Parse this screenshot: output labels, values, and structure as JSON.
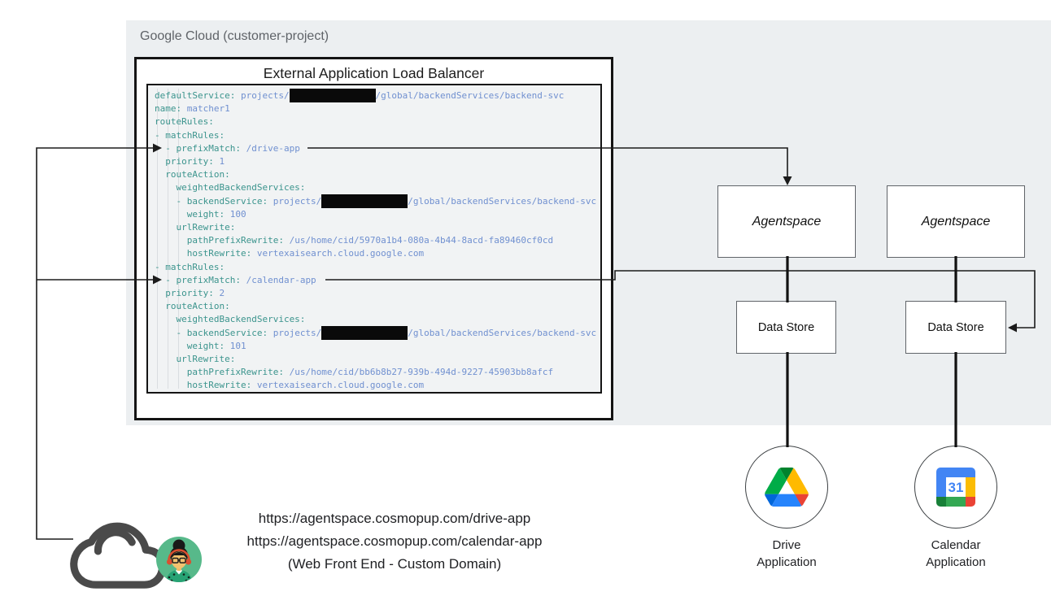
{
  "header": {
    "project_label": "Google Cloud (customer-project)"
  },
  "load_balancer": {
    "title": "External Application Load Balancer",
    "config_lines": [
      [
        {
          "c": "k",
          "t": "defaultService:"
        },
        {
          "c": "v",
          "t": " projects/"
        },
        {
          "c": "r",
          "t": "                "
        },
        {
          "c": "v",
          "t": "/global/backendServices/backend-svc"
        }
      ],
      [
        {
          "c": "k",
          "t": "name:"
        },
        {
          "c": "v",
          "t": " matcher1"
        }
      ],
      [
        {
          "c": "k",
          "t": "routeRules:"
        }
      ],
      [
        {
          "c": "k",
          "t": "- matchRules:"
        }
      ],
      [
        {
          "c": "k",
          "t": "  - prefixMatch:"
        },
        {
          "c": "v",
          "t": " /drive-app"
        }
      ],
      [
        {
          "c": "k",
          "t": "  priority:"
        },
        {
          "c": "v",
          "t": " 1"
        }
      ],
      [
        {
          "c": "k",
          "t": "  routeAction:"
        }
      ],
      [
        {
          "c": "k",
          "t": "    weightedBackendServices:"
        }
      ],
      [
        {
          "c": "k",
          "t": "    - backendService:"
        },
        {
          "c": "v",
          "t": " projects/"
        },
        {
          "c": "r",
          "t": "                "
        },
        {
          "c": "v",
          "t": "/global/backendServices/backend-svc"
        }
      ],
      [
        {
          "c": "k",
          "t": "      weight:"
        },
        {
          "c": "v",
          "t": " 100"
        }
      ],
      [
        {
          "c": "k",
          "t": "    urlRewrite:"
        }
      ],
      [
        {
          "c": "k",
          "t": "      pathPrefixRewrite:"
        },
        {
          "c": "v",
          "t": " /us/home/cid/5970a1b4-080a-4b44-8acd-fa89460cf0cd"
        }
      ],
      [
        {
          "c": "k",
          "t": "      hostRewrite:"
        },
        {
          "c": "v",
          "t": " vertexaisearch.cloud.google.com"
        }
      ],
      [
        {
          "c": "k",
          "t": "- matchRules:"
        }
      ],
      [
        {
          "c": "k",
          "t": "  - prefixMatch:"
        },
        {
          "c": "v",
          "t": " /calendar-app"
        }
      ],
      [
        {
          "c": "k",
          "t": "  priority:"
        },
        {
          "c": "v",
          "t": " 2"
        }
      ],
      [
        {
          "c": "k",
          "t": "  routeAction:"
        }
      ],
      [
        {
          "c": "k",
          "t": "    weightedBackendServices:"
        }
      ],
      [
        {
          "c": "k",
          "t": "    - backendService:"
        },
        {
          "c": "v",
          "t": " projects/"
        },
        {
          "c": "r",
          "t": "                "
        },
        {
          "c": "v",
          "t": "/global/backendServices/backend-svc"
        }
      ],
      [
        {
          "c": "k",
          "t": "      weight:"
        },
        {
          "c": "v",
          "t": " 101"
        }
      ],
      [
        {
          "c": "k",
          "t": "    urlRewrite:"
        }
      ],
      [
        {
          "c": "k",
          "t": "      pathPrefixRewrite:"
        },
        {
          "c": "v",
          "t": " /us/home/cid/bb6b8b27-939b-494d-9227-45903bb8afcf"
        }
      ],
      [
        {
          "c": "k",
          "t": "      hostRewrite:"
        },
        {
          "c": "v",
          "t": " vertexaisearch.cloud.google.com"
        }
      ]
    ]
  },
  "nodes": {
    "agentspace_drive": {
      "label": "Agentspace"
    },
    "agentspace_calendar": {
      "label": "Agentspace"
    },
    "datastore_drive": {
      "label": "Data Store"
    },
    "datastore_calendar": {
      "label": "Data Store"
    },
    "drive_app": {
      "label_line1": "Drive",
      "label_line2": "Application"
    },
    "calendar_app": {
      "label_line1": "Calendar",
      "label_line2": "Application",
      "day": "31"
    }
  },
  "frontend": {
    "url_drive": "https://agentspace.cosmopup.com/drive-app",
    "url_calendar": "https://agentspace.cosmopup.com/calendar-app",
    "caption": "(Web Front End - Custom Domain)"
  },
  "colors": {
    "panel_bg": "#eceff1",
    "code_bg": "#f1f3f4",
    "yaml_key": "#3b948d",
    "yaml_value": "#7090d0",
    "redaction": "#0a0a0a",
    "google_blue": "#4285f4",
    "google_green": "#34a853",
    "google_yellow": "#fbbc04",
    "google_red": "#ea4335",
    "drive_dark_blue": "#0066da",
    "drive_green": "#00ac47",
    "drive_dark_green": "#00832d",
    "drive_blue": "#2684fc",
    "drive_yellow": "#ffba00",
    "calendar_dark_green": "#188038",
    "avatar_bg": "#57b98a",
    "cloud_gray": "#4a4a4a"
  }
}
